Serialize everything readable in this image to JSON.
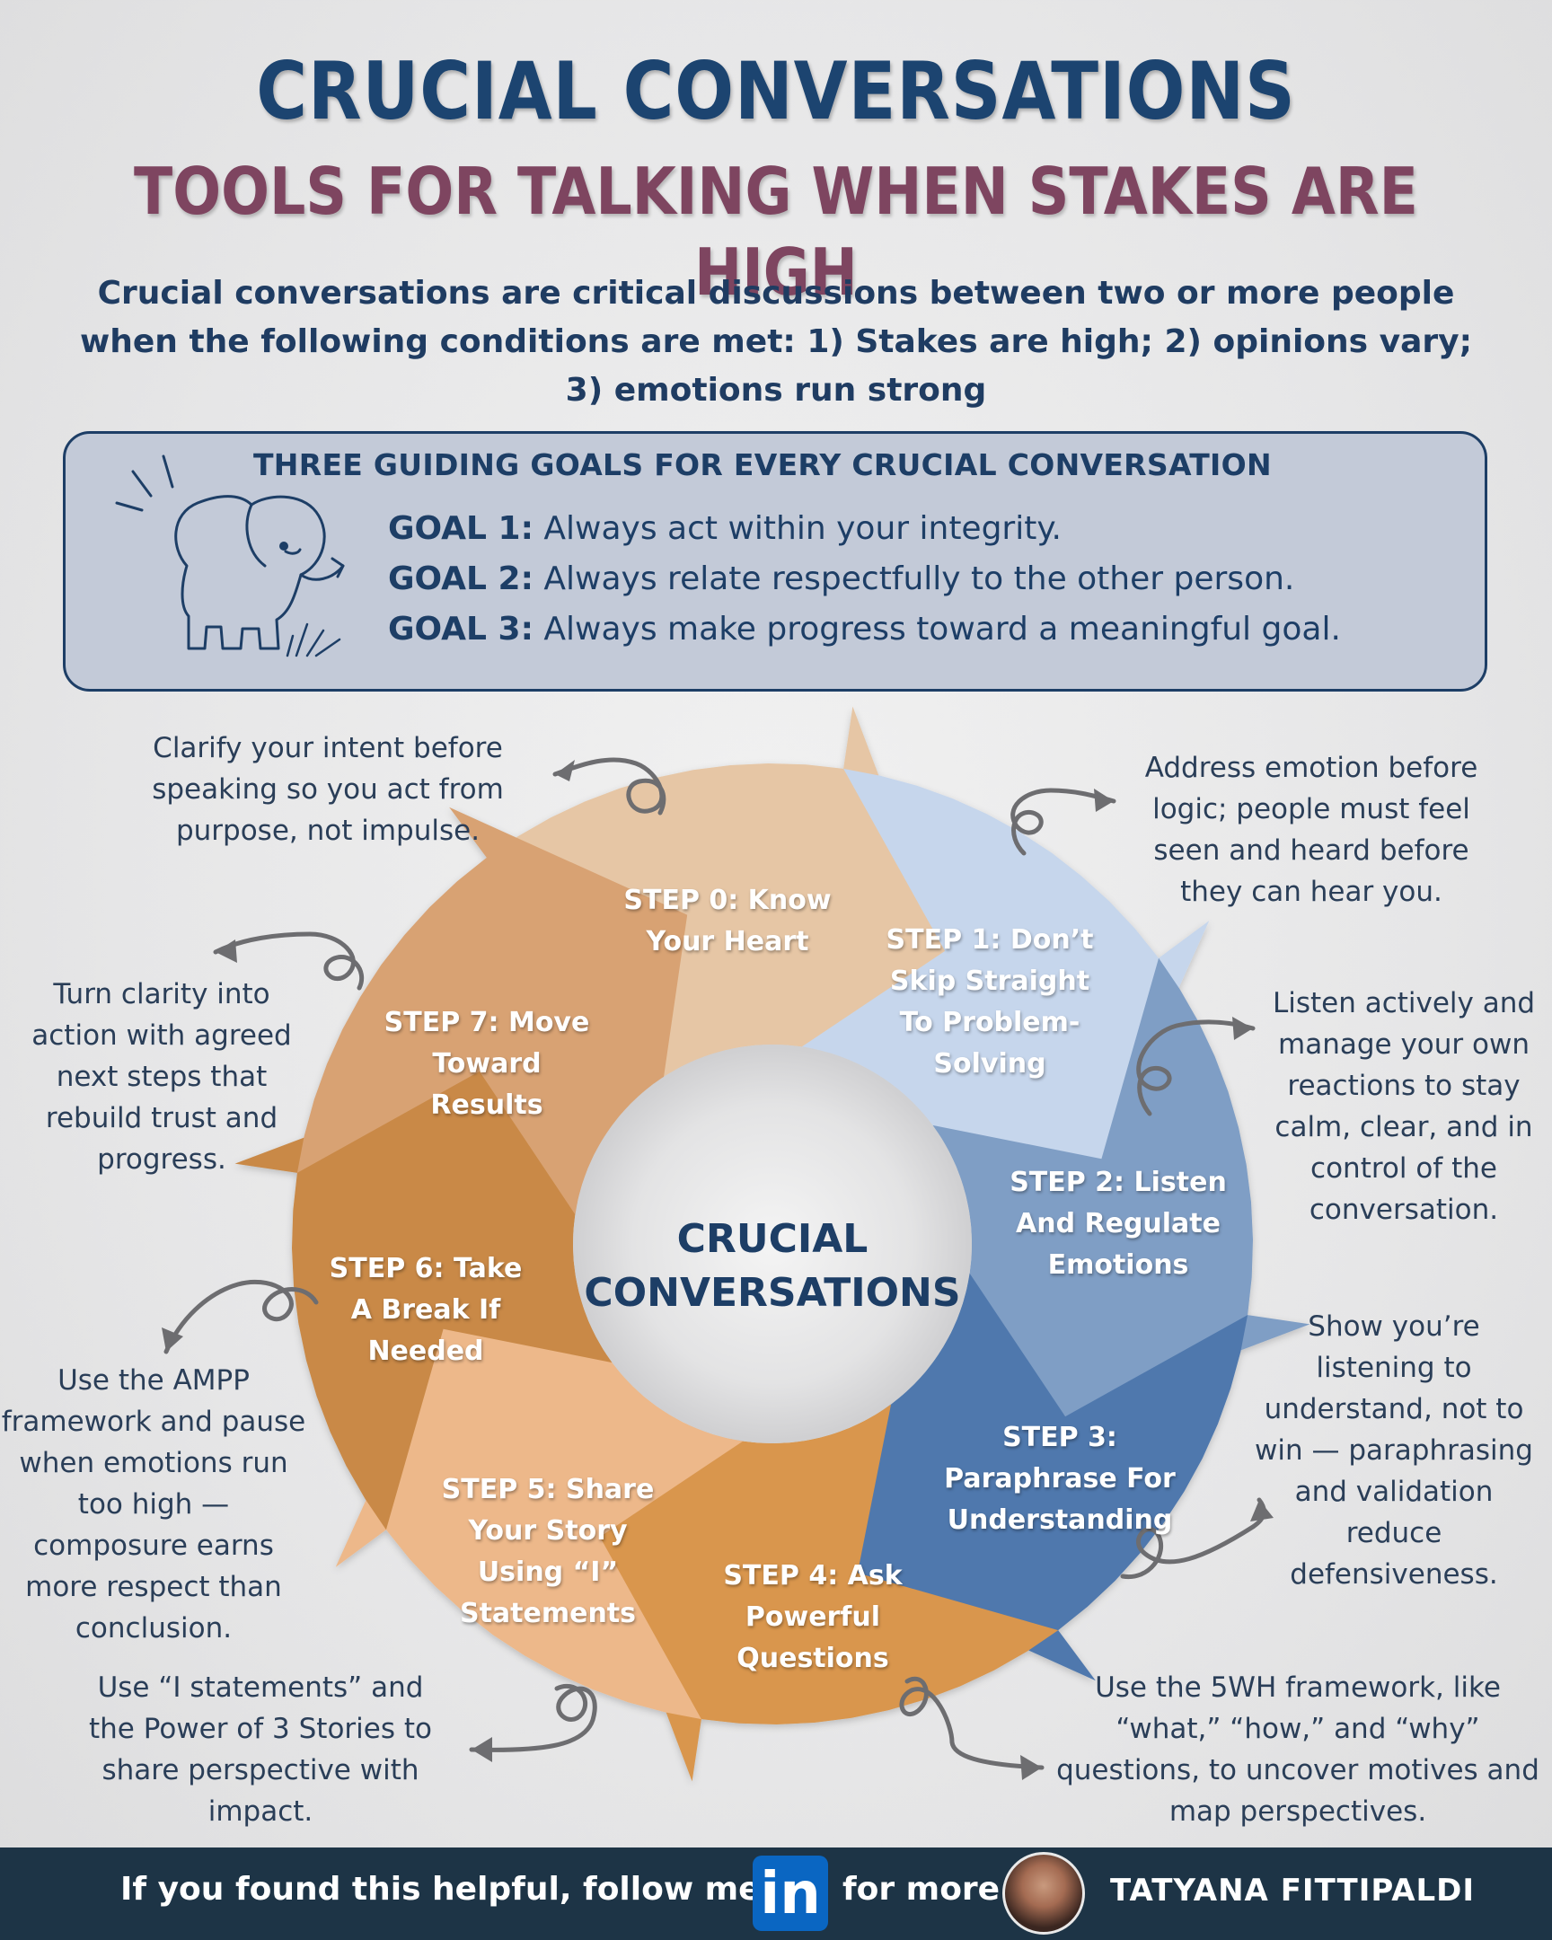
{
  "header": {
    "title": "CRUCIAL CONVERSATIONS",
    "subtitle": "TOOLS FOR TALKING WHEN STAKES ARE HIGH",
    "intro": "Crucial conversations are critical discussions between two or more people when the following conditions are met: 1) Stakes are high; 2) opinions vary; 3) emotions run strong"
  },
  "goals": {
    "heading": "THREE GUIDING GOALS FOR EVERY CRUCIAL CONVERSATION",
    "items": [
      {
        "label": "GOAL 1:",
        "text": "Always act within your integrity."
      },
      {
        "label": "GOAL 2:",
        "text": "Always relate respectfully to the other person."
      },
      {
        "label": "GOAL 3:",
        "text": "Always make progress toward a meaningful goal."
      }
    ],
    "icon": "elephant-icon"
  },
  "cycle": {
    "center_label": "CRUCIAL CONVERSATIONS",
    "steps": [
      {
        "label": "STEP 0: Know Your Heart",
        "note": "Clarify your intent before speaking so you act from purpose, not impulse.",
        "color": "#e6c6a5"
      },
      {
        "label": "STEP 1: Don’t Skip Straight To Problem-Solving",
        "note": "Address emotion before logic; people must feel seen and heard before they can hear you.",
        "color": "#c6d6ec"
      },
      {
        "label": "STEP 2: Listen And Regulate Emotions",
        "note": "Listen actively and manage your own reactions to stay calm, clear, and in control of the conversation.",
        "color": "#7f9ec5"
      },
      {
        "label": "STEP 3: Paraphrase For Understanding",
        "note": "Show you’re listening to understand, not to win — paraphrasing and validation reduce defensiveness.",
        "color": "#4f78ad"
      },
      {
        "label": "STEP 4: Ask Powerful Questions",
        "note": "Use the 5WH framework, like “what,” “how,” and “why” questions, to uncover motives and map perspectives.",
        "color": "#d9964d"
      },
      {
        "label": "STEP 5: Share Your Story Using “I” Statements",
        "note": "Use “I statements” and the Power of 3 Stories to share perspective with impact.",
        "color": "#edb88a"
      },
      {
        "label": "STEP 6: Take A Break If Needed",
        "note": "Use the AMPP framework and pause when emotions run too high — composure earns more respect than conclusion.",
        "color": "#c98946"
      },
      {
        "label": "STEP 7: Move Toward Results",
        "note": "Turn clarity into action with agreed next steps that rebuild trust and progress.",
        "color": "#d8a273"
      }
    ]
  },
  "footer": {
    "cta": "If you found this helpful, follow me on",
    "more": "for more",
    "linkedin_glyph": "in",
    "linkedin_icon": "linkedin-icon",
    "author": "TATYANA FITTIPALDI",
    "background": "#1d3446"
  }
}
